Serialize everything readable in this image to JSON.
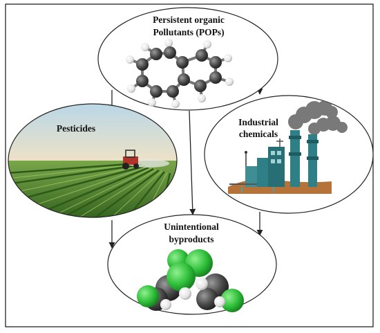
{
  "frame": {
    "border_color": "#222222"
  },
  "nodes": {
    "pops": {
      "line1": "Persistent organic",
      "line2": "Pollutants (POPs)"
    },
    "pesticides": {
      "label": "Pesticides"
    },
    "industrial": {
      "line1": "Industrial",
      "line2": "chemicals"
    },
    "byproducts": {
      "line1": "Unintentional",
      "line2": "byproducts"
    }
  },
  "icons": {
    "pops": "aromatic-molecule-ball-and-stick-icon",
    "pesticides": "tractor-spraying-crop-field-icon",
    "industrial": "factory-smokestacks-icon",
    "byproducts": "chlorinated-molecule-space-filling-icon"
  },
  "colors": {
    "carbon": "#4a4a4a",
    "hydrogen": "#f4f4f4",
    "chlorine": "#2fbf3a",
    "sky": "#cfe3ee",
    "field": "#4f8a2a",
    "factory": "#2f7f86",
    "smoke": "#6e6e6e"
  }
}
